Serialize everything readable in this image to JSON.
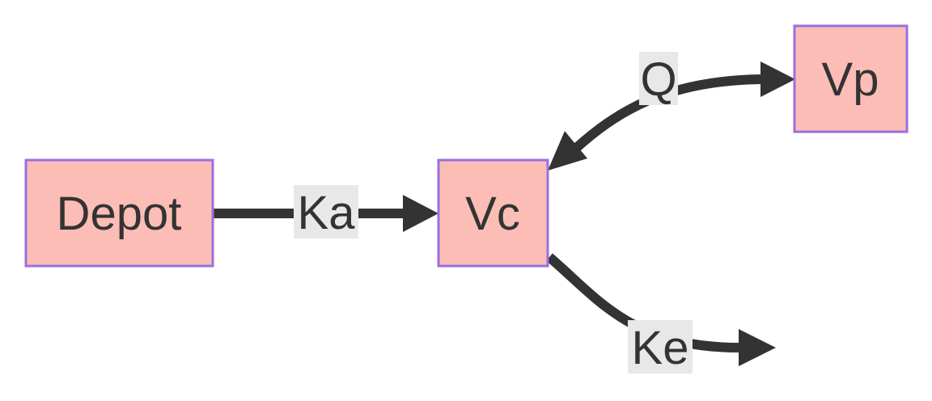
{
  "nodes": {
    "depot": "Depot",
    "vc": "Vc",
    "vp": "Vp"
  },
  "edges": {
    "ka": "Ka",
    "q": "Q",
    "ke": "Ke"
  },
  "colors": {
    "node_fill": "#fbbdb5",
    "node_border": "#9b6fe0",
    "edge": "#333333",
    "label_bg": "#e8e8e8",
    "text": "#333333"
  }
}
